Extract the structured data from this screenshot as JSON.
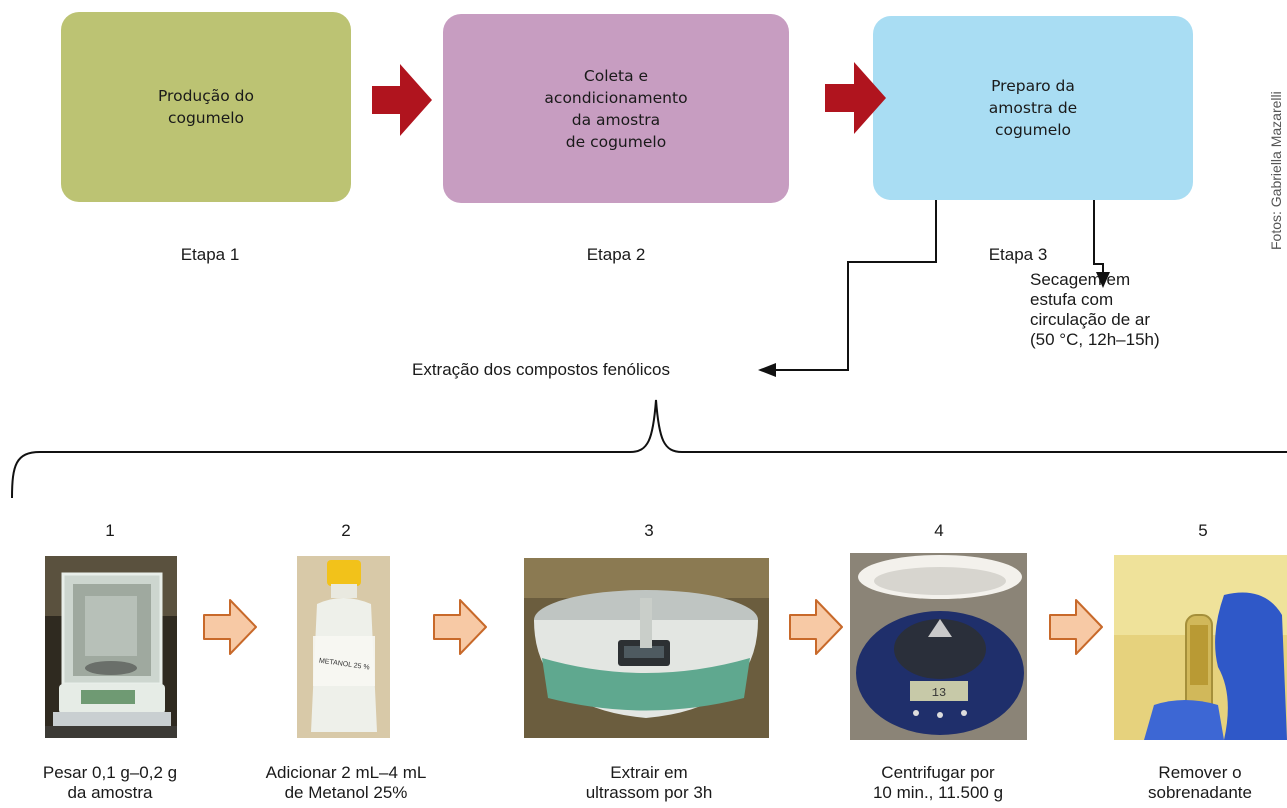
{
  "credit": "Fotos: Gabriella Mazarelli",
  "stages": [
    {
      "text": "Produção do\ncogumelo",
      "label": "Etapa 1",
      "color": "#bcc373"
    },
    {
      "text": "Coleta e\nacondicionamento\nda amostra\nde cogumelo",
      "label": "Etapa 2",
      "color": "#c79dc1"
    },
    {
      "text": "Preparo da\namostra de\ncogumelo",
      "label": "Etapa 3",
      "color": "#a9ddf3"
    }
  ],
  "drying": "Secagem em\nestufa com\ncirculação de ar\n(50 °C, 12h–15h)",
  "extraction": "Extração dos compostos fenólicos",
  "steps": [
    {
      "number": "1",
      "caption": "Pesar 0,1 g–0,2 g\nda amostra"
    },
    {
      "number": "2",
      "caption": "Adicionar 2 mL–4 mL\nde Metanol 25%"
    },
    {
      "number": "3",
      "caption": "Extrair em\nultrassom por 3h"
    },
    {
      "number": "4",
      "caption": "Centrifugar por\n10 min., 11.500 g"
    },
    {
      "number": "5",
      "caption": "Remover o\nsobrenadante"
    }
  ],
  "photo_bottle_label": "METANOL 25 %",
  "photo_centrifuge_display": "13",
  "colors": {
    "red_arrow": "#b0141e",
    "orange_arrow_fill": "#f7c9a5",
    "orange_arrow_stroke": "#c8692a"
  }
}
